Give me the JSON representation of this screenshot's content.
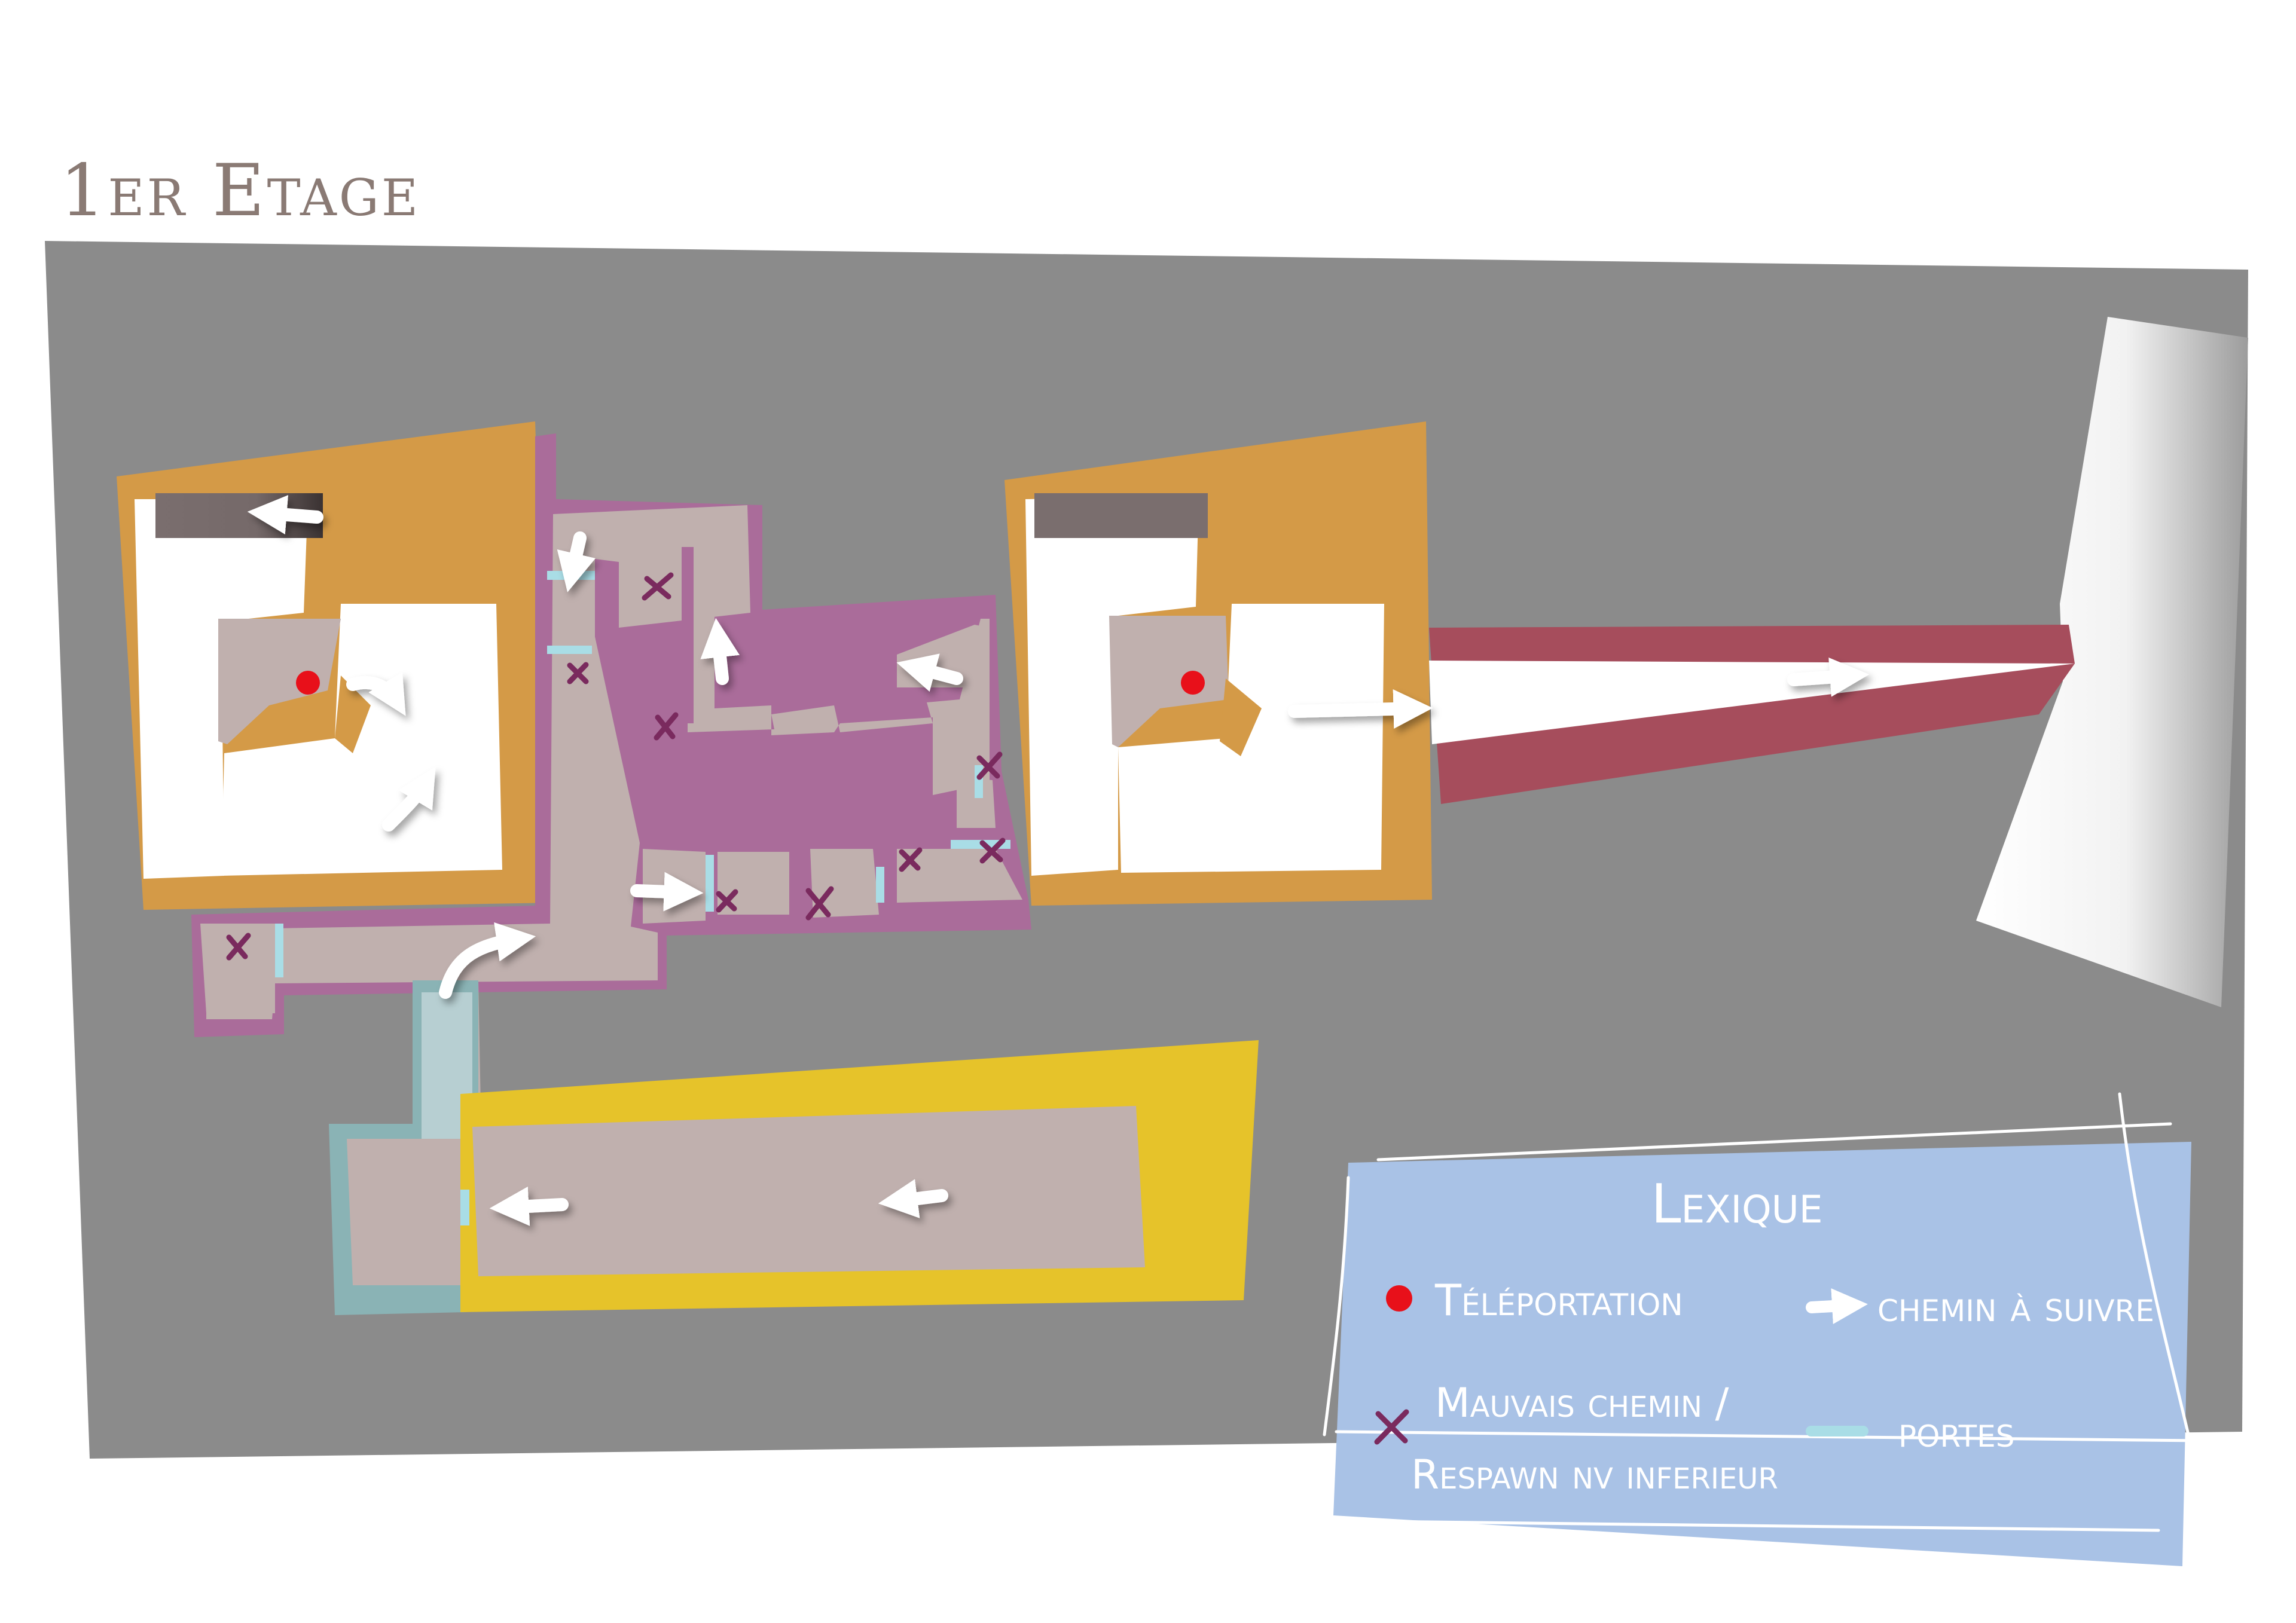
{
  "title": "1er Etage",
  "colors": {
    "page_background": "#ffffff",
    "ground": "#8b8b8b",
    "orange_rooms": "#d49a47",
    "purple_rooms": "#aa6c9a",
    "floor": "#c0b0ae",
    "white_zones": "#ffffff",
    "dark_wall": "#7a6e6e",
    "corridor": "#a64d5c",
    "yellow_room": "#e6c32a",
    "teal_room": "#8ab3b5",
    "legend_bg": "#a9c2e6",
    "teleport": "#e8101a",
    "wrong_path": "#7a2a5e",
    "door": "#a9dde6",
    "arrow": "#ffffff"
  },
  "legend": {
    "title": "Lexique",
    "teleport_label": "Téléportation",
    "path_label": "chemin à suivre",
    "wrong_label_line1": "Mauvais chemin /",
    "wrong_label_line2": "Respawn nv inferieur",
    "door_label": "portes"
  }
}
